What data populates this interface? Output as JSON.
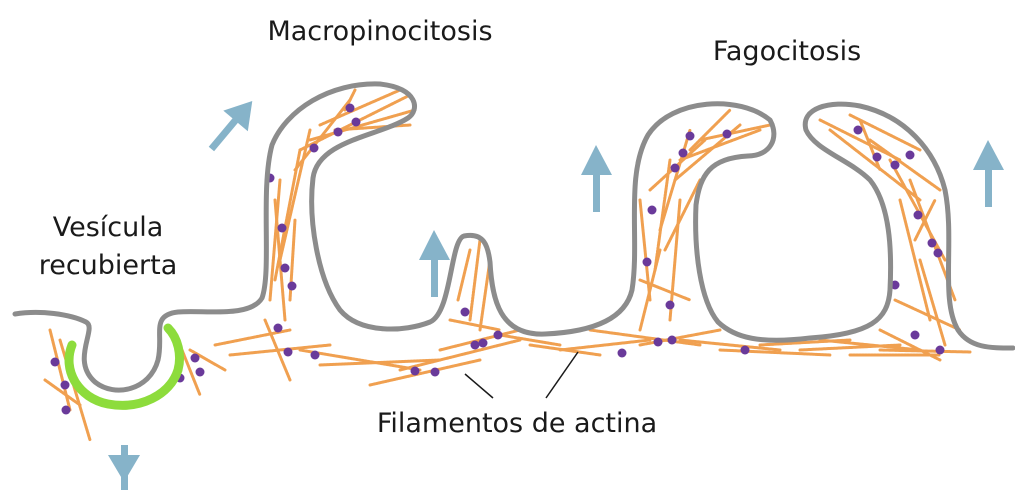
{
  "labels": {
    "macropinocitosis": "Macropinocitosis",
    "fagocitosis": "Fagocitosis",
    "vesicula_line1": "Vesícula",
    "vesicula_line2": "recubierta",
    "filamentos": "Filamentos de actina"
  },
  "colors": {
    "membrane": "#8c8c8c",
    "actin": "#f0a050",
    "actin_dot": "#6a3a9a",
    "coat": "#8ddc3c",
    "arrow": "#86b3c9",
    "text": "#1a1a1a"
  }
}
